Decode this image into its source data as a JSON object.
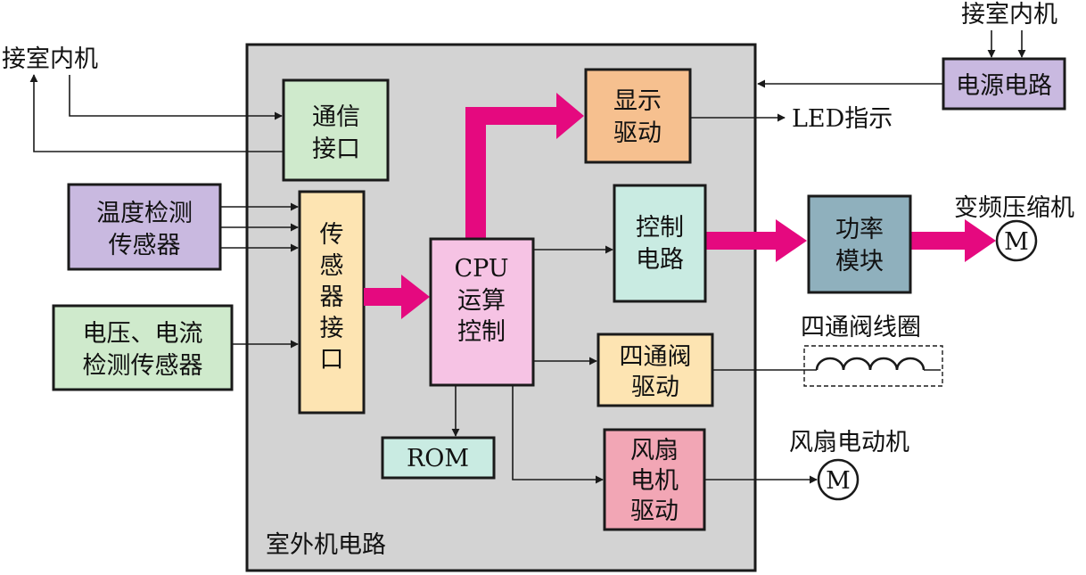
{
  "colors": {
    "board_fill": "#d3d3d3",
    "comm_fill": "#cfeacc",
    "sensor_fill": "#c9b9e0",
    "voltage_fill": "#cfeacc",
    "iface_fill": "#fde4b2",
    "cpu_fill": "#f6c3e4",
    "display_fill": "#f6c08f",
    "control_fill": "#c9ebe2",
    "fourway_fill": "#fde4b2",
    "fan_fill": "#f2a6b5",
    "rom_fill": "#c9ebe2",
    "power_fill": "#8fb0bd",
    "psu_fill": "#c9b9e0",
    "bus_arrow": "#e5097f"
  },
  "icons": [
    "motor-symbol",
    "coil-symbol"
  ],
  "labels": {
    "indoor_unit_top": "接室内机",
    "indoor_unit_left": "接室内机",
    "board": "室外机电路",
    "comm": [
      "通信",
      "接口"
    ],
    "temp_sensor": [
      "温度检测",
      "传感器"
    ],
    "volt_sensor": [
      "电压、电流",
      "检测传感器"
    ],
    "sensor_iface": [
      "传",
      "感",
      "器",
      "接",
      "口"
    ],
    "cpu": [
      "CPU",
      "运算",
      "控制"
    ],
    "display": [
      "显示",
      "驱动"
    ],
    "control": [
      "控制",
      "电路"
    ],
    "fourway": [
      "四通阀",
      "驱动"
    ],
    "fan": [
      "风扇",
      "电机",
      "驱动"
    ],
    "rom": "ROM",
    "power_module": [
      "功率",
      "模块"
    ],
    "psu": "电源电路",
    "led": "LED指示",
    "compressor": "变频压缩机",
    "coil": "四通阀线圈",
    "fan_motor": "风扇电动机",
    "motor_letter_1": "M",
    "motor_letter_2": "M"
  }
}
